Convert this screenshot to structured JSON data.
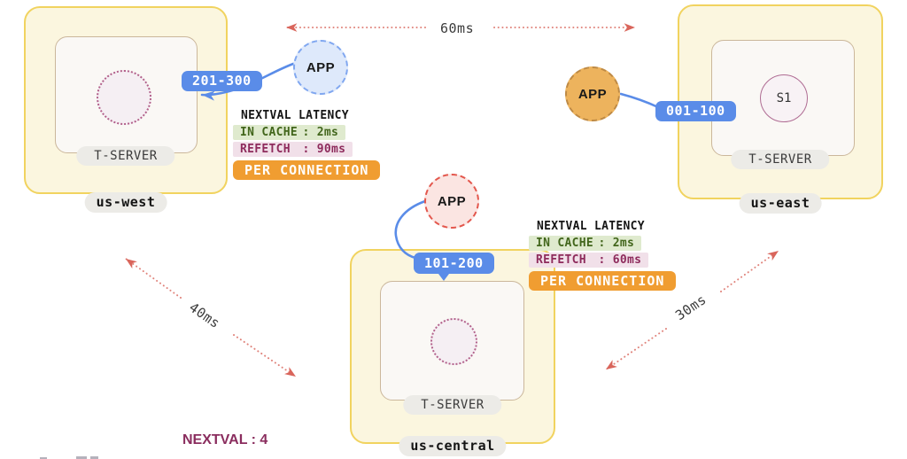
{
  "regions": [
    {
      "id": "us-west",
      "name": "us-west",
      "server_label": "T-SERVER"
    },
    {
      "id": "us-east",
      "name": "us-east",
      "server_label": "T-SERVER",
      "server_node": "S1"
    },
    {
      "id": "us-central",
      "name": "us-central",
      "server_label": "T-SERVER"
    }
  ],
  "apps": [
    {
      "label": "APP",
      "range": "201-300",
      "region": "us-west"
    },
    {
      "label": "APP",
      "range": "001-100",
      "region": "us-east"
    },
    {
      "label": "APP",
      "range": "101-200",
      "region": "us-central"
    }
  ],
  "links": [
    {
      "between": "us-west and us-east",
      "latency": "60ms"
    },
    {
      "between": "us-west and us-central",
      "latency": "40ms"
    },
    {
      "between": "us-central and us-east",
      "latency": "30ms"
    }
  ],
  "latency_panels": [
    {
      "title": "NEXTVAL LATENCY",
      "rows": [
        {
          "label": "IN CACHE",
          "value": "2ms"
        },
        {
          "label": "REFETCH",
          "value": "90ms"
        }
      ],
      "badge": "PER CONNECTION"
    },
    {
      "title": "NEXTVAL LATENCY",
      "rows": [
        {
          "label": "IN CACHE",
          "value": "2ms"
        },
        {
          "label": "REFETCH",
          "value": "60ms"
        }
      ],
      "badge": "PER CONNECTION"
    }
  ],
  "footer": {
    "nextval_counter": "NEXTVAL : 4"
  },
  "colors": {
    "region_fill": "#FBF6DF",
    "region_border": "#F1D35F",
    "badge_blue": "#5A8CE8",
    "badge_orange": "#F09D31",
    "row_green_bg": "#DFEACE",
    "row_green_text": "#42661C",
    "row_pink_bg": "#F1E0E9",
    "row_pink_text": "#8E2B5C",
    "arrow_dotted": "#E0837B",
    "app_blue_fill": "#DEE9FB",
    "app_orange_fill": "#EDB35D",
    "app_pink_fill": "#FBE5E2",
    "cache_circle_dots": "#B2608A",
    "nextval_text": "#8A2D5E"
  }
}
